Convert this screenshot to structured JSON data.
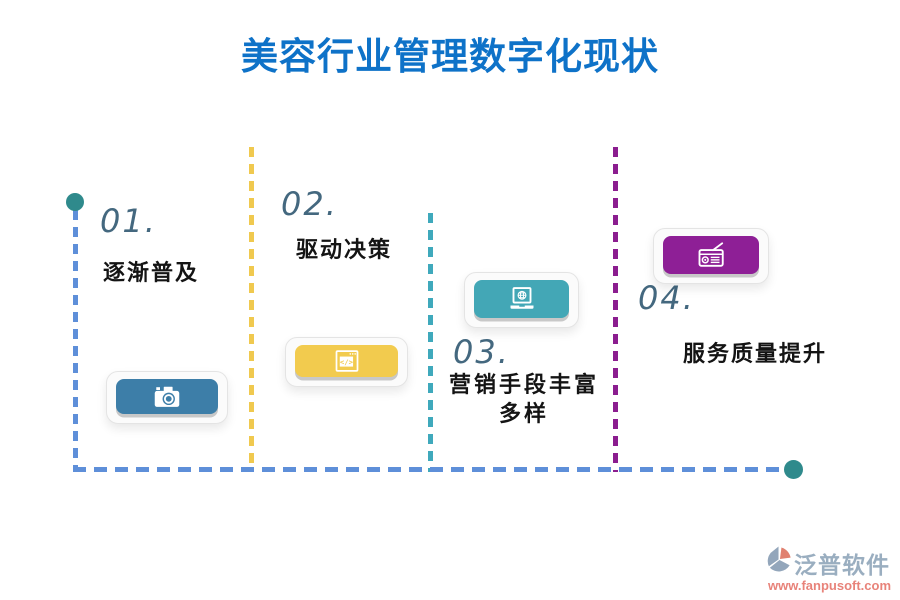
{
  "title": {
    "text": "美容行业管理数字化现状",
    "color": "#0E72C8"
  },
  "sections": [
    {
      "number": "01.",
      "label": "逐渐普及",
      "icon": "camera-icon",
      "accent_color": "#3D7EA8",
      "line_color": "#5E8FD9"
    },
    {
      "number": "02.",
      "label": "驱动决策",
      "icon": "code-window-icon",
      "accent_color": "#F2CB4E",
      "line_color": "#F0C94F"
    },
    {
      "number": "03.",
      "label": "营销手段丰富多样",
      "icon": "laptop-globe-icon",
      "accent_color": "#43A7B6",
      "line_color": "#3FA9BC"
    },
    {
      "number": "04.",
      "label": "服务质量提升",
      "icon": "radio-icon",
      "accent_color": "#8E1F96",
      "line_color": "#8B1D8F"
    }
  ],
  "timeline": {
    "dot_color": "#2F8A8C",
    "baseline_color": "#5E8FD9",
    "number_color": "#44687F"
  },
  "watermark": {
    "brand": "泛普软件",
    "url": "www.fanpusoft.com",
    "brand_color": "#9AAEC0",
    "url_color": "#E8837A"
  }
}
